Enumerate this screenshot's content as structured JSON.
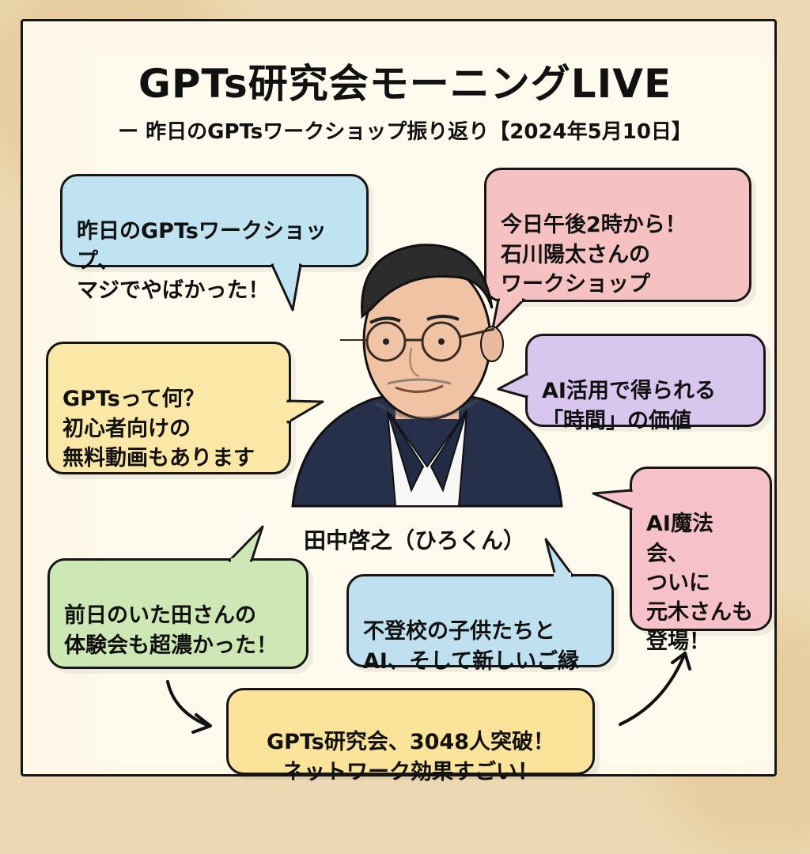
{
  "title": "GPTs研究会モーニングLIVE",
  "subtitle": "ー 昨日のGPTsワークショップ振り返り【2024年5月10日】",
  "speaker": {
    "name": "田中啓之（ひろくん）"
  },
  "bubbles": [
    {
      "id": "workshop-yesterday",
      "text": "昨日のGPTsワークショップ、\nマジでやばかった！",
      "color": "#bfe3f1"
    },
    {
      "id": "today-workshop",
      "text": "今日午後2時から！\n石川陽太さんの\nワークショップ",
      "color": "#f6c2c1"
    },
    {
      "id": "what-is-gpts",
      "text": "GPTsって何？\n初心者向けの\n無料動画もあります",
      "color": "#fbe7a6"
    },
    {
      "id": "time-value",
      "text": "AI活用で得られる\n「時間」の価値",
      "color": "#d9c6ee"
    },
    {
      "id": "ai-magic",
      "text": "AI魔法会、\nついに\n元木さんも\n登場！",
      "color": "#f6c1c8"
    },
    {
      "id": "experience",
      "text": "前日のいた田さんの\n体験会も超濃かった！",
      "color": "#cde8b4"
    },
    {
      "id": "school-ai",
      "text": "不登校の子供たちと\nAI、そして新しいご縁",
      "color": "#bee0ef"
    },
    {
      "id": "members",
      "text": "GPTs研究会、3048人突破！\nネットワーク効果すごい！",
      "color": "#fbe49a"
    }
  ],
  "colors": {
    "frame_background": "#ecd9b4",
    "paper": "#fcf7e8",
    "outline": "#151515"
  }
}
